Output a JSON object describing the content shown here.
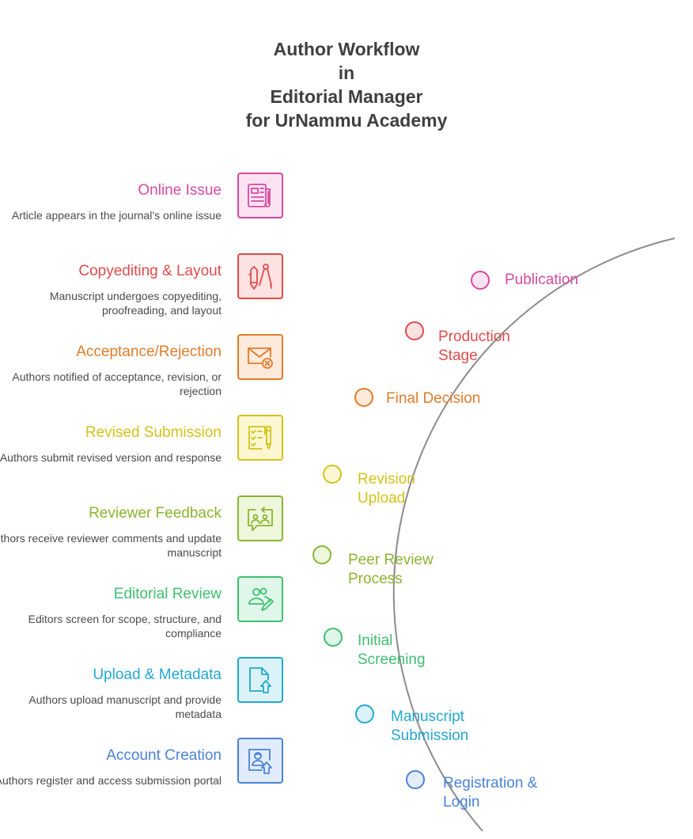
{
  "title": {
    "line1": "Author Workflow",
    "line2": "in",
    "line3": "Editorial Manager",
    "line4": "for UrNammu Academy"
  },
  "steps": [
    {
      "title": "Online Issue",
      "desc": "Article appears in the journal’s online issue",
      "color": "#d64aa0",
      "bg": "#fbe3f2",
      "icon": "newspaper-icon"
    },
    {
      "title": "Copyediting & Layout",
      "desc": "Manuscript undergoes copyediting, proofreading, and layout",
      "color": "#e04b4b",
      "bg": "#fde2e2",
      "icon": "pen-compass-icon"
    },
    {
      "title": "Acceptance/Rejection",
      "desc": "Authors notified of acceptance, revision, or rejection",
      "color": "#e07c2a",
      "bg": "#fdeadb",
      "icon": "mail-rejected-icon"
    },
    {
      "title": "Revised Submission",
      "desc": "Authors submit revised version and response",
      "color": "#d4c21a",
      "bg": "#fcf7d2",
      "icon": "checklist-pen-icon"
    },
    {
      "title": "Reviewer Feedback",
      "desc": "Authors receive reviewer comments and update manuscript",
      "color": "#8cb431",
      "bg": "#eef6dc",
      "icon": "feedback-chat-icon"
    },
    {
      "title": "Editorial Review",
      "desc": "Editors screen for scope, structure, and compliance",
      "color": "#3fbf6f",
      "bg": "#dff6e8",
      "icon": "users-edit-icon"
    },
    {
      "title": "Upload & Metadata",
      "desc": "Authors upload manuscript and provide metadata",
      "color": "#22a8cc",
      "bg": "#dcf2f9",
      "icon": "file-upload-icon"
    },
    {
      "title": "Account Creation",
      "desc": "Authors register and access submission portal",
      "color": "#4a82d8",
      "bg": "#e2ecfa",
      "icon": "user-upload-icon"
    }
  ],
  "stages": [
    {
      "label": "Publication",
      "color": "#d64aa0",
      "bg": "#fbe3f2"
    },
    {
      "label": "Production\nStage",
      "color": "#e04b4b",
      "bg": "#fde2e2"
    },
    {
      "label": "Final Decision",
      "color": "#e07c2a",
      "bg": "#fdeadb"
    },
    {
      "label": "Revision\nUpload",
      "color": "#d4c21a",
      "bg": "#fcf7d2"
    },
    {
      "label": "Peer Review\nProcess",
      "color": "#8cb431",
      "bg": "#eef6dc"
    },
    {
      "label": "Initial\nScreening",
      "color": "#3fbf6f",
      "bg": "#dff6e8"
    },
    {
      "label": "Manuscript\nSubmission",
      "color": "#22a8cc",
      "bg": "#dcf2f9"
    },
    {
      "label": "Registration &\nLogin",
      "color": "#4a82d8",
      "bg": "#e2ecfa"
    }
  ]
}
